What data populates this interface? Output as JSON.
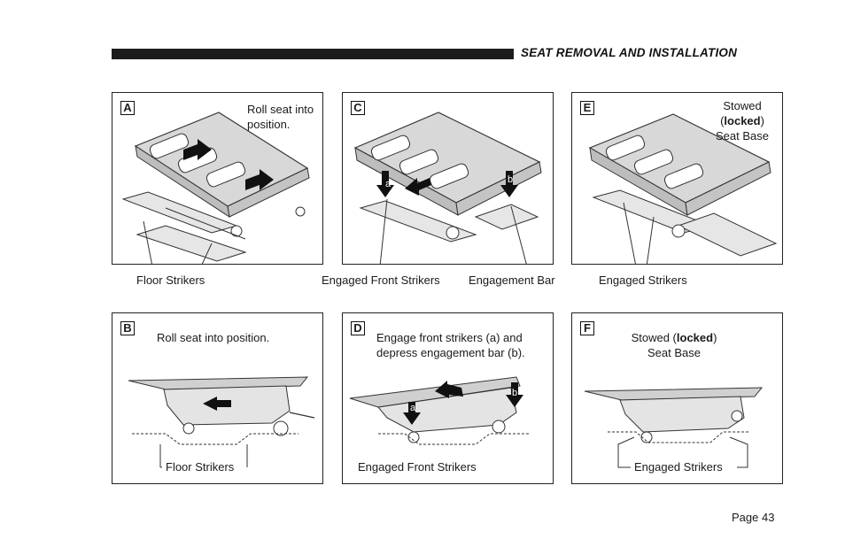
{
  "header": {
    "title": "SEAT REMOVAL AND INSTALLATION"
  },
  "panels": {
    "A": {
      "tag": "A",
      "text": "Roll seat into position.",
      "below": "Floor Strikers"
    },
    "B": {
      "tag": "B",
      "text": "Roll seat into position.",
      "callout": "Floor Strikers"
    },
    "C": {
      "tag": "C",
      "below_left": "Engaged Front Strikers",
      "below_right": "Engagement Bar",
      "marker_a": "a",
      "marker_b": "b"
    },
    "D": {
      "tag": "D",
      "text": "Engage front strikers (a) and depress engagement bar (b).",
      "callout": "Engaged Front Strikers",
      "marker_a": "a",
      "marker_b": "b"
    },
    "E": {
      "tag": "E",
      "text_pre": "Stowed",
      "text_paren_open": "(",
      "text_bold": "locked",
      "text_paren_close": ")",
      "text_post": "Seat Base",
      "below": "Engaged Strikers"
    },
    "F": {
      "tag": "F",
      "text_pre": "Stowed (",
      "text_bold": "locked",
      "text_post": ")",
      "text_line2": "Seat Base",
      "callout": "Engaged Strikers"
    }
  },
  "footer": {
    "page": "Page 43"
  }
}
